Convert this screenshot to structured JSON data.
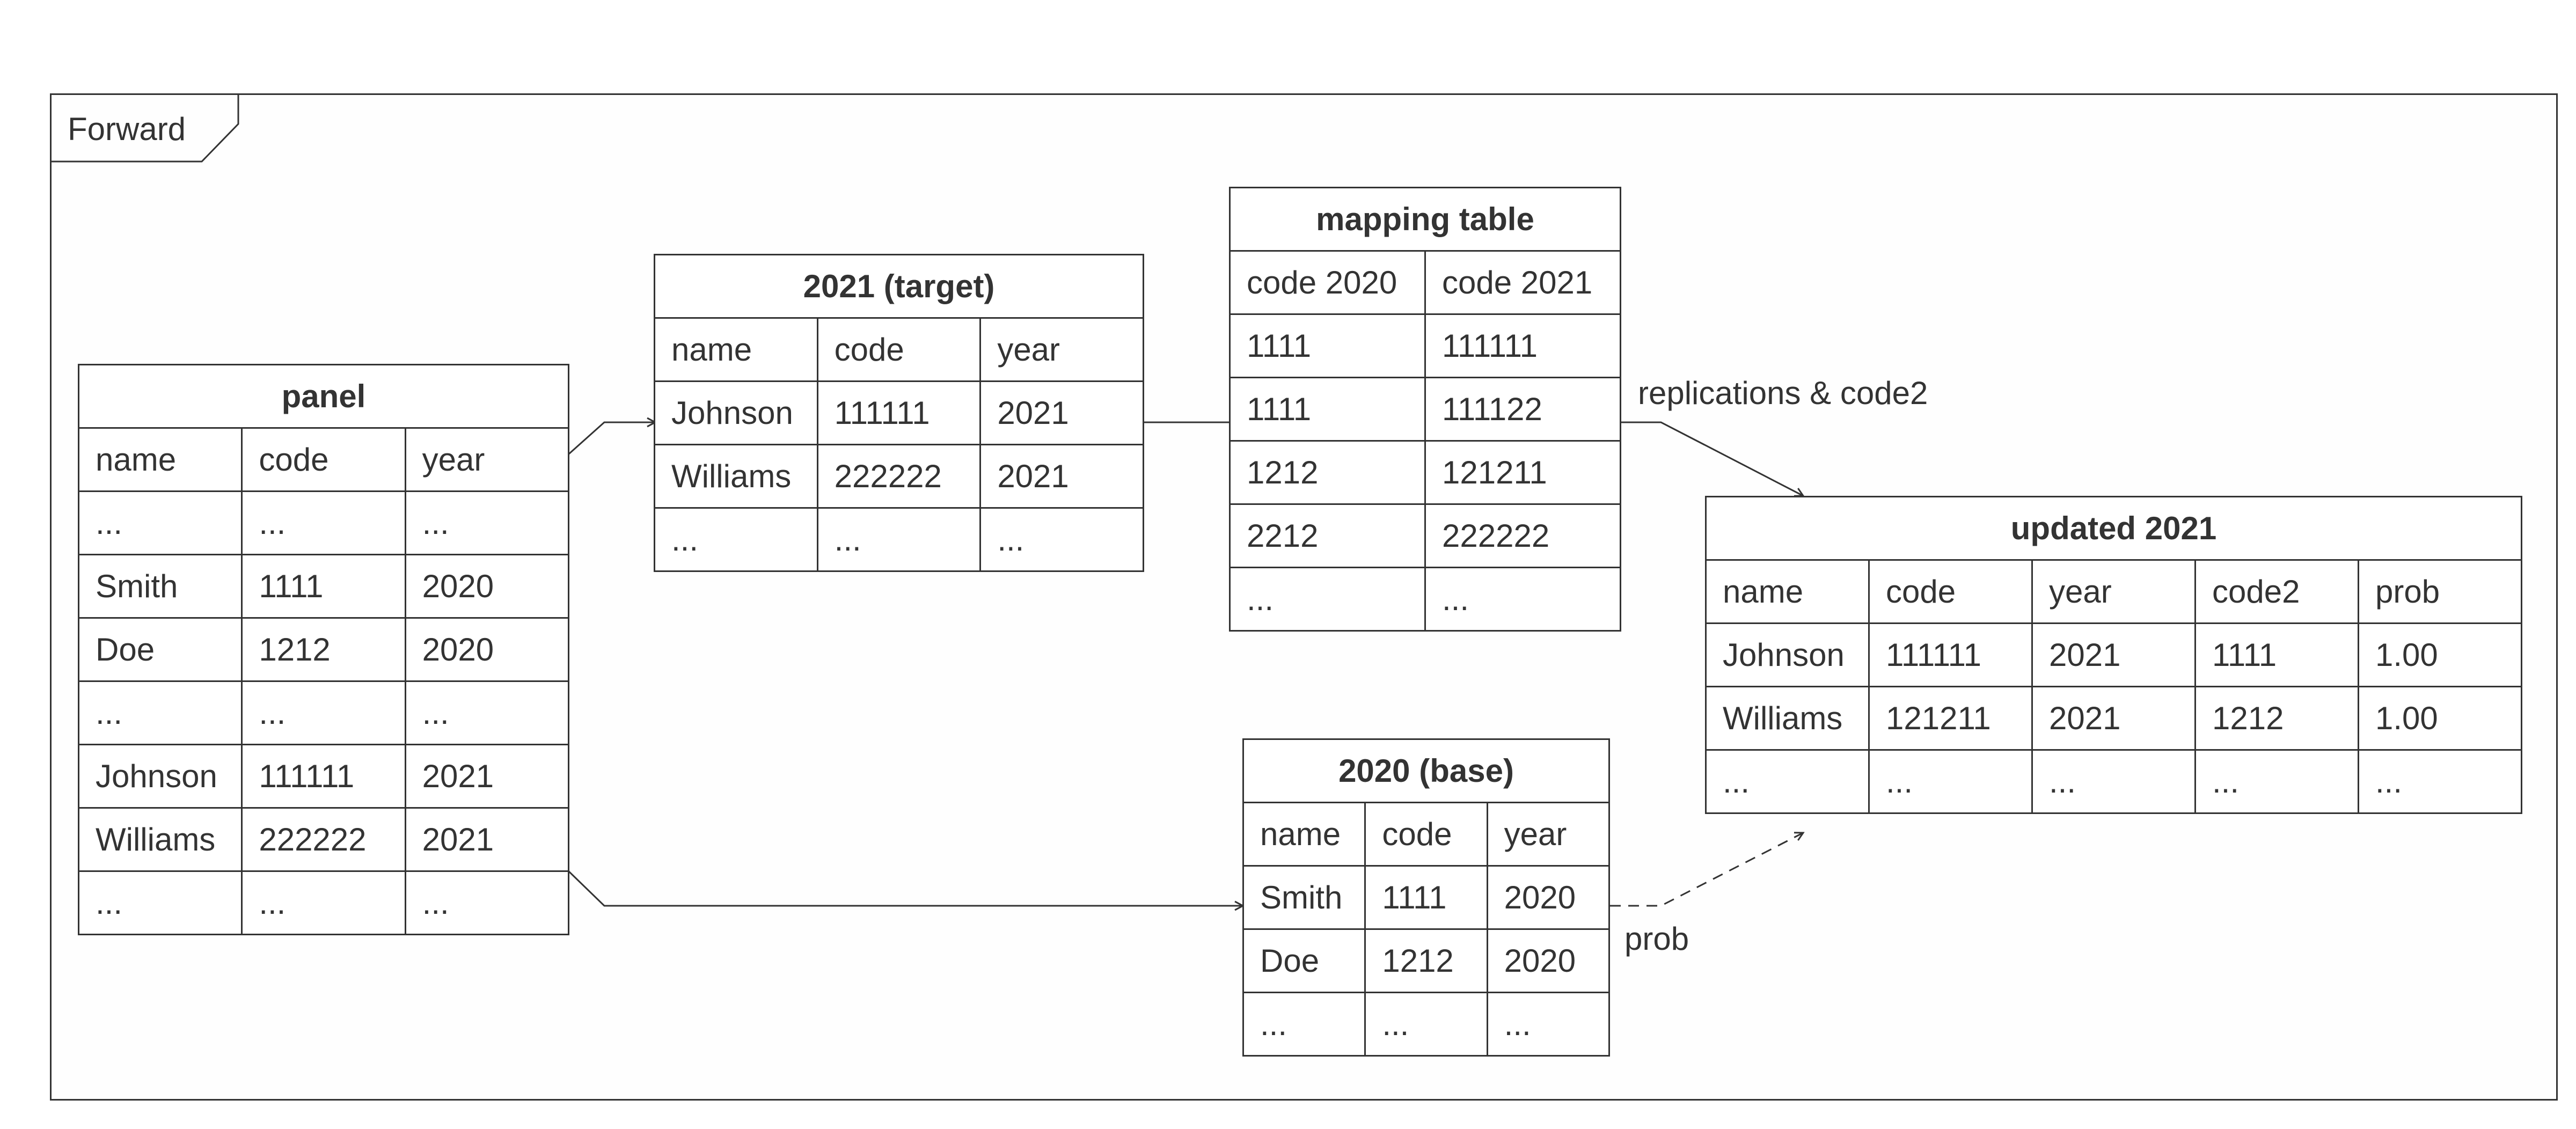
{
  "frame": {
    "label": "Forward"
  },
  "tables": {
    "panel": {
      "title": "panel",
      "rows": [
        [
          "name",
          "code",
          "year"
        ],
        [
          "...",
          "...",
          "..."
        ],
        [
          "Smith",
          "1111",
          "2020"
        ],
        [
          "Doe",
          "1212",
          "2020"
        ],
        [
          "...",
          "...",
          "..."
        ],
        [
          "Johnson",
          "111111",
          "2021"
        ],
        [
          "Williams",
          "222222",
          "2021"
        ],
        [
          "...",
          "...",
          "..."
        ]
      ]
    },
    "target2021": {
      "title": "2021 (target)",
      "rows": [
        [
          "name",
          "code",
          "year"
        ],
        [
          "Johnson",
          "111111",
          "2021"
        ],
        [
          "Williams",
          "222222",
          "2021"
        ],
        [
          "...",
          "...",
          "..."
        ]
      ]
    },
    "mapping": {
      "title": "mapping table",
      "rows": [
        [
          "code 2020",
          "code 2021"
        ],
        [
          "1111",
          "111111"
        ],
        [
          "1111",
          "111122"
        ],
        [
          "1212",
          "121211"
        ],
        [
          "2212",
          "222222"
        ],
        [
          "...",
          "..."
        ]
      ]
    },
    "base2020": {
      "title": "2020 (base)",
      "rows": [
        [
          "name",
          "code",
          "year"
        ],
        [
          "Smith",
          "1111",
          "2020"
        ],
        [
          "Doe",
          "1212",
          "2020"
        ],
        [
          "...",
          "...",
          "..."
        ]
      ]
    },
    "updated2021": {
      "title": "updated 2021",
      "rows": [
        [
          "name",
          "code",
          "year",
          "code2",
          "prob"
        ],
        [
          "Johnson",
          "111111",
          "2021",
          "1111",
          "1.00"
        ],
        [
          "Williams",
          "121211",
          "2021",
          "1212",
          "1.00"
        ],
        [
          "...",
          "...",
          "...",
          "...",
          "..."
        ]
      ]
    }
  },
  "edges": {
    "replications_label": "replications & code2",
    "prob_label": "prob"
  }
}
